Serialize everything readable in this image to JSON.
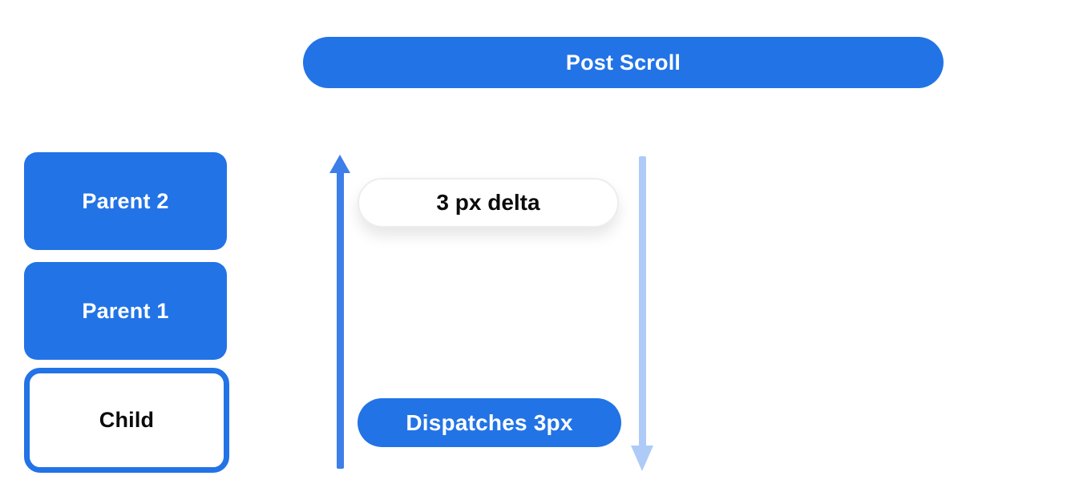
{
  "banner": {
    "label": "Post Scroll"
  },
  "stack": {
    "boxes": [
      {
        "label": "Parent 2",
        "style": "filled"
      },
      {
        "label": "Parent 1",
        "style": "filled"
      },
      {
        "label": "Child",
        "style": "outlined"
      }
    ]
  },
  "flow": {
    "delta_pill_label": "3 px delta",
    "dispatch_pill_label": "Dispatches 3px",
    "up_arrow_direction": "up",
    "down_arrow_direction": "down"
  },
  "colors": {
    "primary_blue": "#2273E6",
    "up_arrow_blue": "#3D7EE9",
    "down_arrow_blue": "#AECBF8",
    "text_dark": "#0B0B0B",
    "delta_pill_border": "#EDEDED",
    "background": "#FFFFFF"
  }
}
